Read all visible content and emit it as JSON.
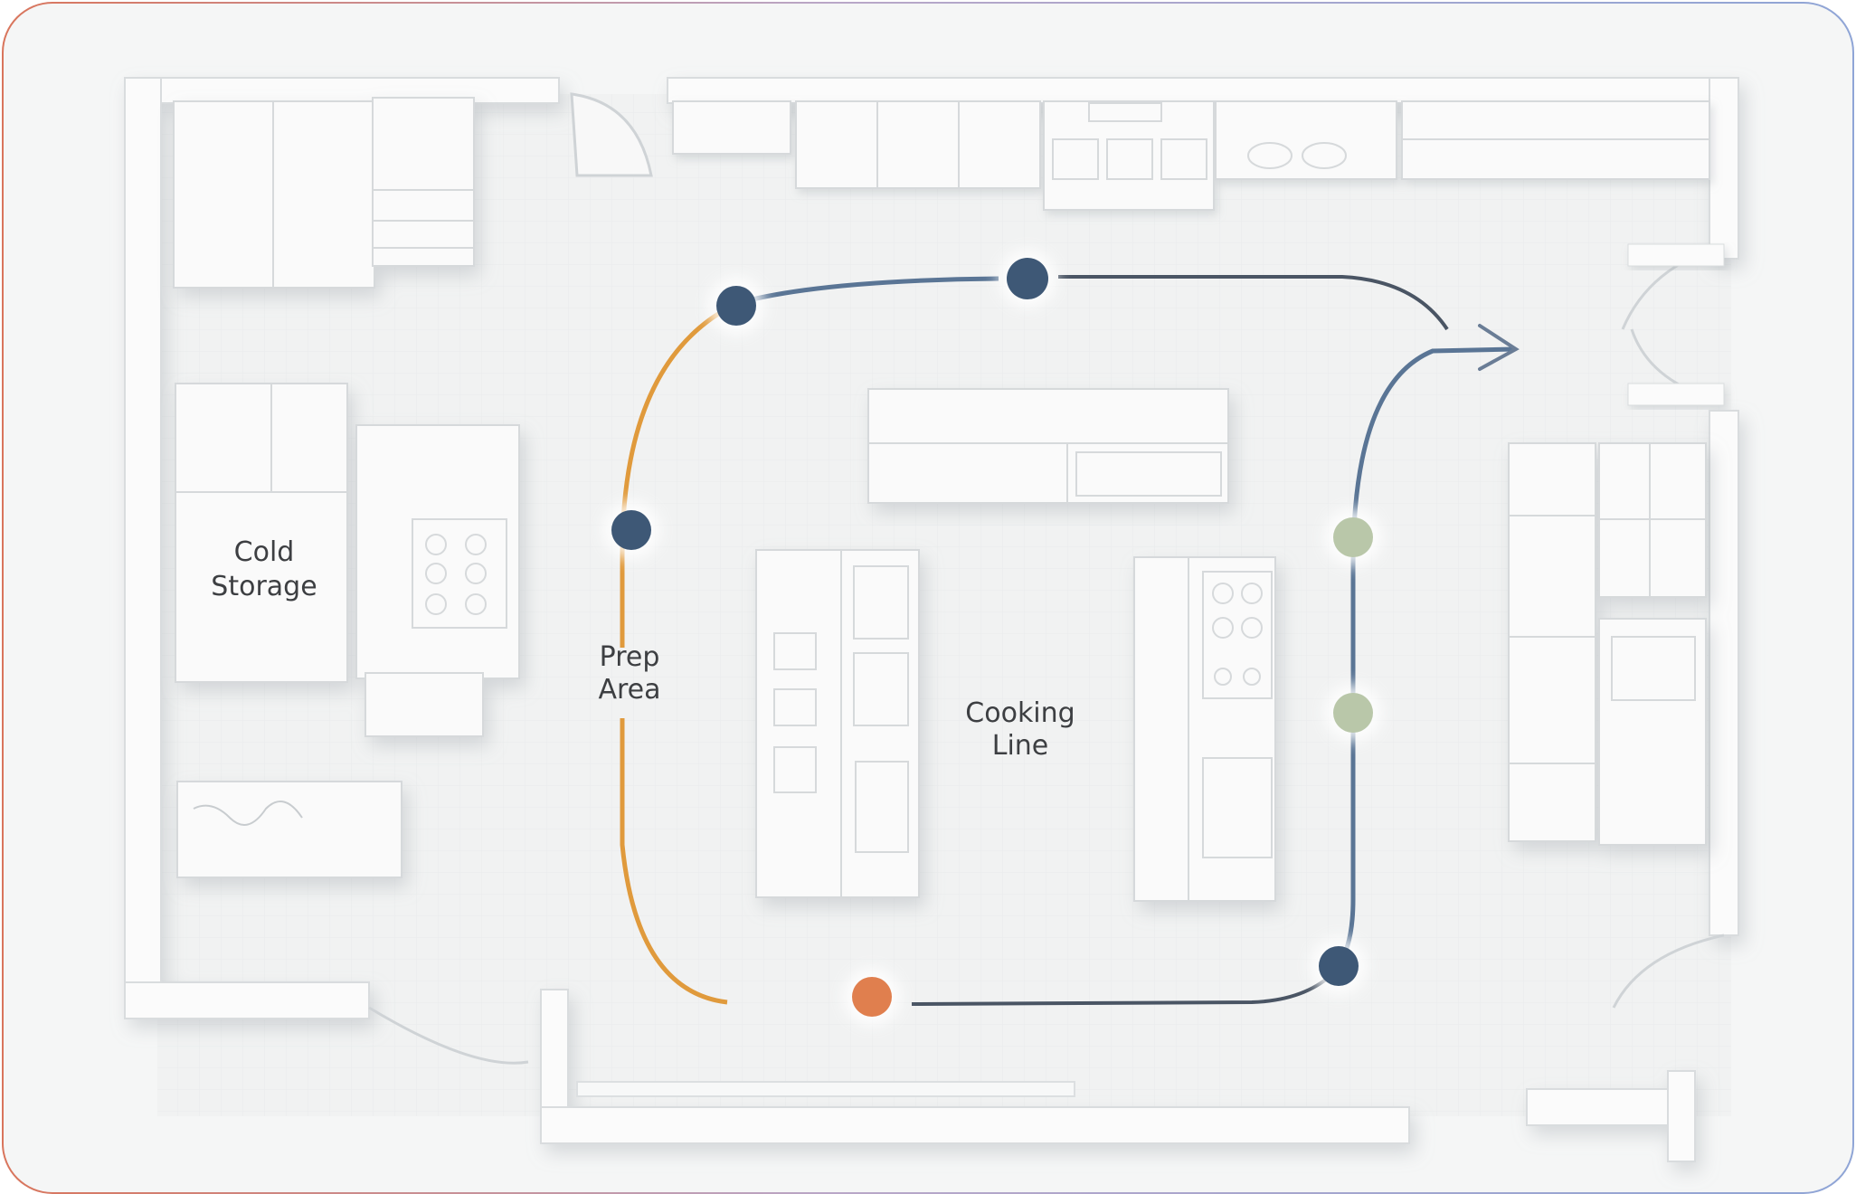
{
  "zones": {
    "cold_storage": [
      "Cold",
      "Storage"
    ],
    "prep_area": [
      "Prep",
      "Area"
    ],
    "cooking_line": [
      "Cooking",
      "Line"
    ]
  },
  "colors": {
    "accent_orange": "#e09a3c",
    "path_slate": "#5a7595",
    "path_dark": "#4a5564",
    "node_navy": "#3e5876",
    "node_sage": "#b9c7a9",
    "node_orange": "#e07f4e",
    "arrow": "#6a7d96"
  }
}
